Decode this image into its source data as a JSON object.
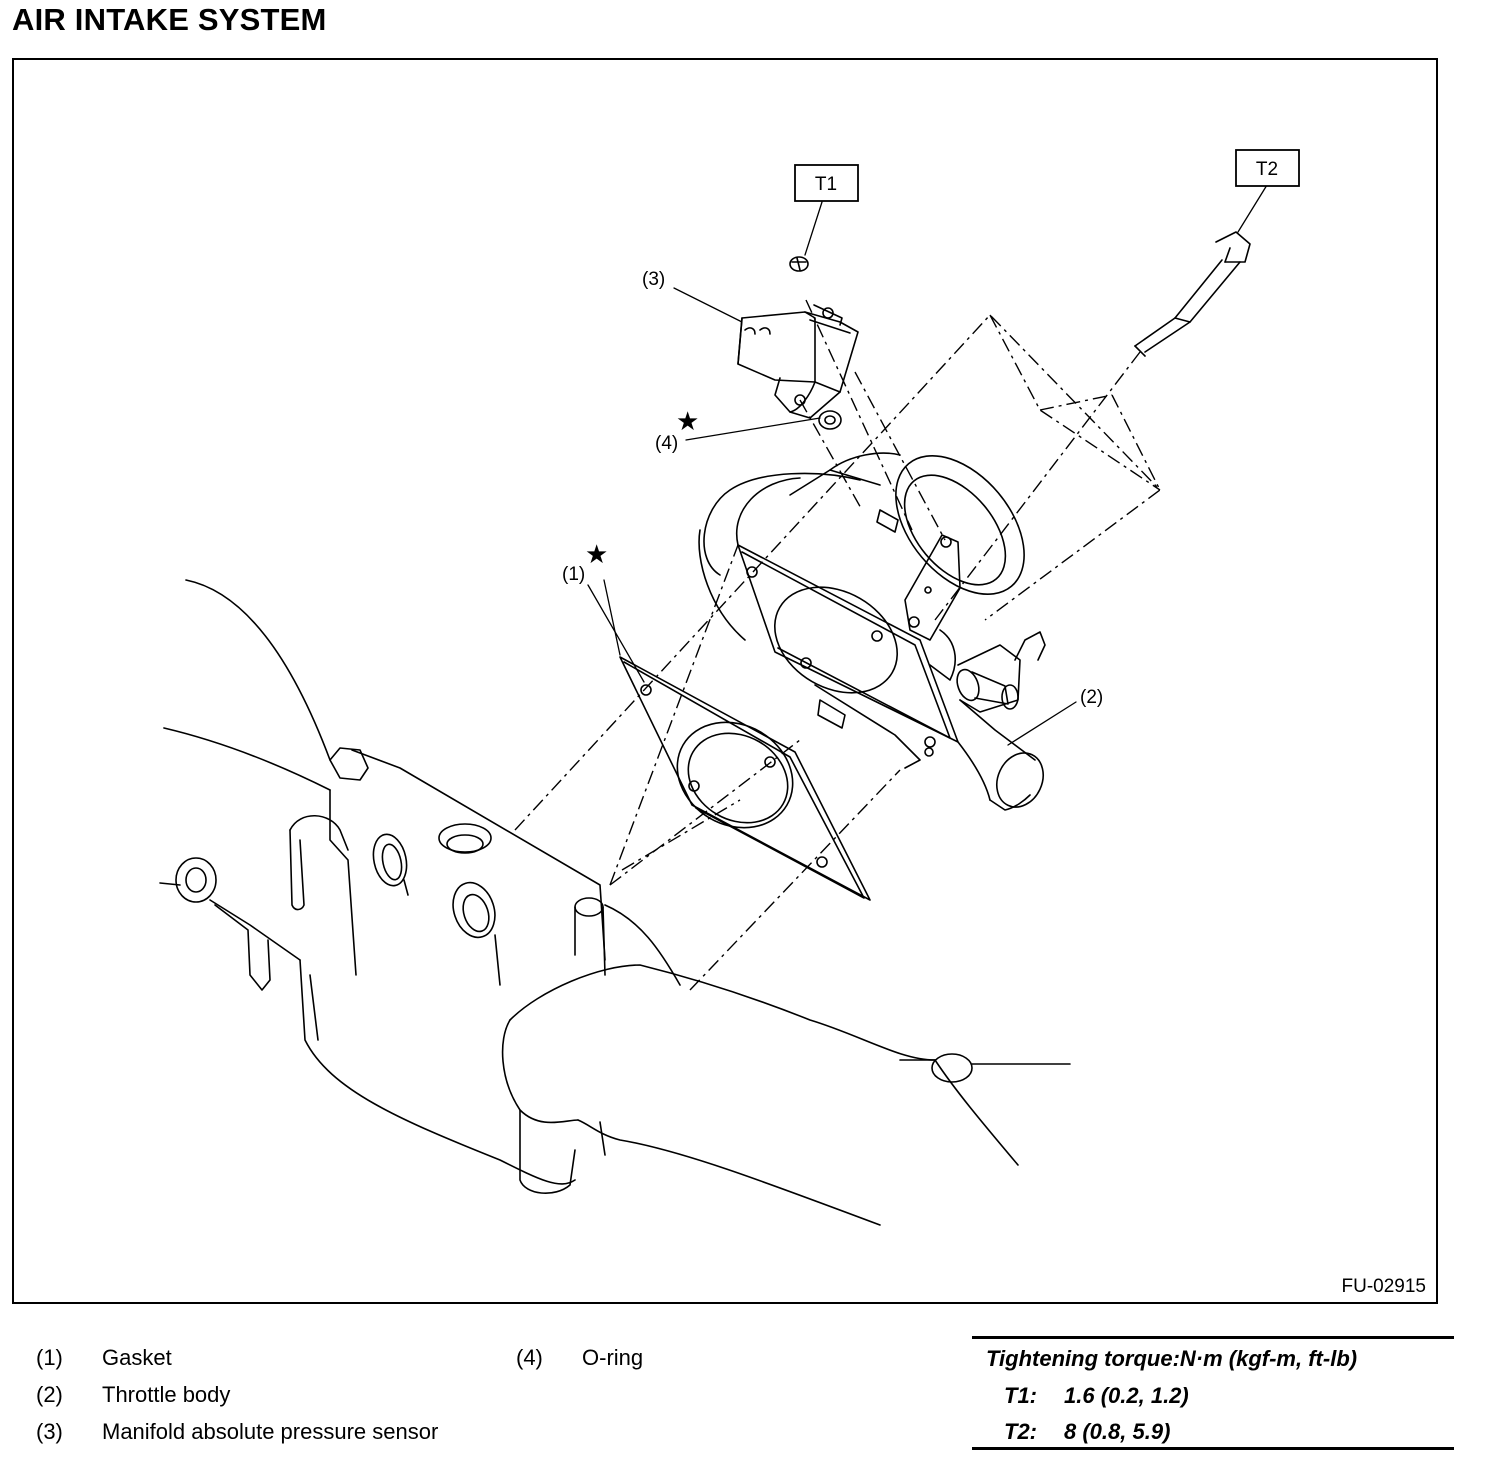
{
  "title": "AIR INTAKE SYSTEM",
  "figure": {
    "code": "FU-02915",
    "callouts": {
      "c1": "(1)",
      "c2": "(2)",
      "c3": "(3)",
      "c4": "(4)",
      "t1": "T1",
      "t2": "T2"
    },
    "symbols": {
      "star": "★"
    }
  },
  "legend": [
    {
      "num": "(1)",
      "text": "Gasket"
    },
    {
      "num": "(2)",
      "text": "Throttle body"
    },
    {
      "num": "(3)",
      "text": "Manifold absolute pressure sensor"
    },
    {
      "num": "(4)",
      "text": "O-ring"
    }
  ],
  "torque": {
    "heading": "Tightening torque:N·m (kgf-m, ft-lb)",
    "items": [
      {
        "key": "T1:",
        "value": "1.6 (0.2, 1.2)"
      },
      {
        "key": "T2:",
        "value": "8 (0.8, 5.9)"
      }
    ]
  }
}
